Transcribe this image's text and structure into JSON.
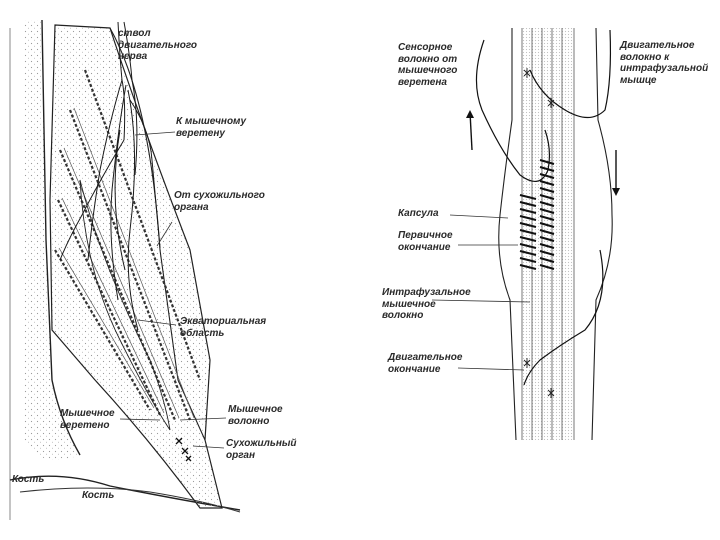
{
  "left_panel": {
    "labels": {
      "nerve_trunk": "ствол\nдвигательного\nнерва",
      "to_spindle": "К мышечному\nверетену",
      "from_tendon": "От сухожильного\nоргана",
      "equatorial": "Экваториальная\nобласть",
      "spindle": "Мышечное\nверетено",
      "muscle_fiber": "Мышечное\nволокно",
      "tendon_organ": "Сухожильный\nорган",
      "bone_left": "Кость",
      "bone_bottom": "Кость"
    }
  },
  "right_panel": {
    "labels": {
      "sensory_fiber": "Сенсорное\nволокно от\nмышечного\nверетена",
      "motor_fiber": "Двигательное\nволокно к\nинтрафузальной\nмышце",
      "capsule": "Капсула",
      "primary_ending": "Первичное\nокончание",
      "intrafusal_fiber": "Интрафузальное\nмышечное\nволокно",
      "motor_ending": "Двигательное\nокончание"
    }
  }
}
